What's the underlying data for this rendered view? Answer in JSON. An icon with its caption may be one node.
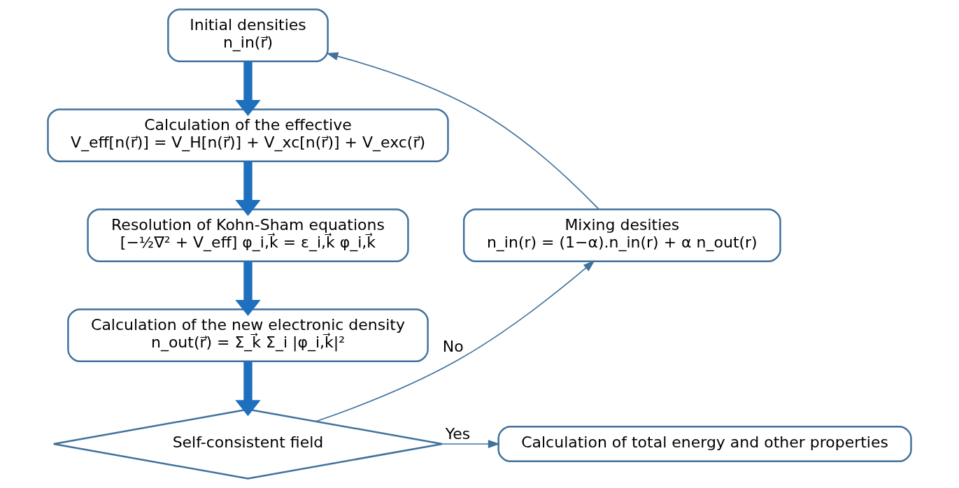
{
  "diagram": {
    "nodes": [
      {
        "text": [
          "Initial densities",
          "n_in(r⃗)"
        ]
      },
      {
        "text": [
          "Calculation of the effective",
          "V_eff[n(r⃗)] = V_H[n(r⃗)] + V_xc[n(r⃗)] + V_exc(r⃗)"
        ]
      },
      {
        "text": [
          "Resolution of Kohn-Sham equations",
          "[−½∇² + V_eff] φ_i,k⃗ = ε_i,k⃗ φ_i,k⃗"
        ]
      },
      {
        "text": [
          "Calculation of the new electronic density",
          "n_out(r⃗) = Σ_k⃗ Σ_i |φ_i,k⃗|²"
        ]
      },
      {
        "text": [
          "Self-consistent field"
        ]
      },
      {
        "text": [
          "Mixing desities",
          "n_in(r) = (1−α).n_in(r) + α n_out(r)"
        ]
      },
      {
        "text": [
          "Calculation of total energy and other properties"
        ]
      }
    ],
    "edges": [
      {
        "from": 0,
        "to": 1,
        "arrow": "to"
      },
      {
        "from": 1,
        "to": 2,
        "arrow": "to"
      },
      {
        "from": 2,
        "to": 3,
        "arrow": "to"
      },
      {
        "from": 3,
        "to": 4,
        "arrow": "to"
      },
      {
        "from": 4,
        "to": 5,
        "arrow": "to",
        "label": "No",
        "color": "#41719c"
      },
      {
        "from": 5,
        "to": 0,
        "arrow": "to",
        "color": "#41719c"
      },
      {
        "from": 4,
        "to": 6,
        "arrow": "to",
        "label": "Yes",
        "color": "#41719c"
      }
    ]
  }
}
